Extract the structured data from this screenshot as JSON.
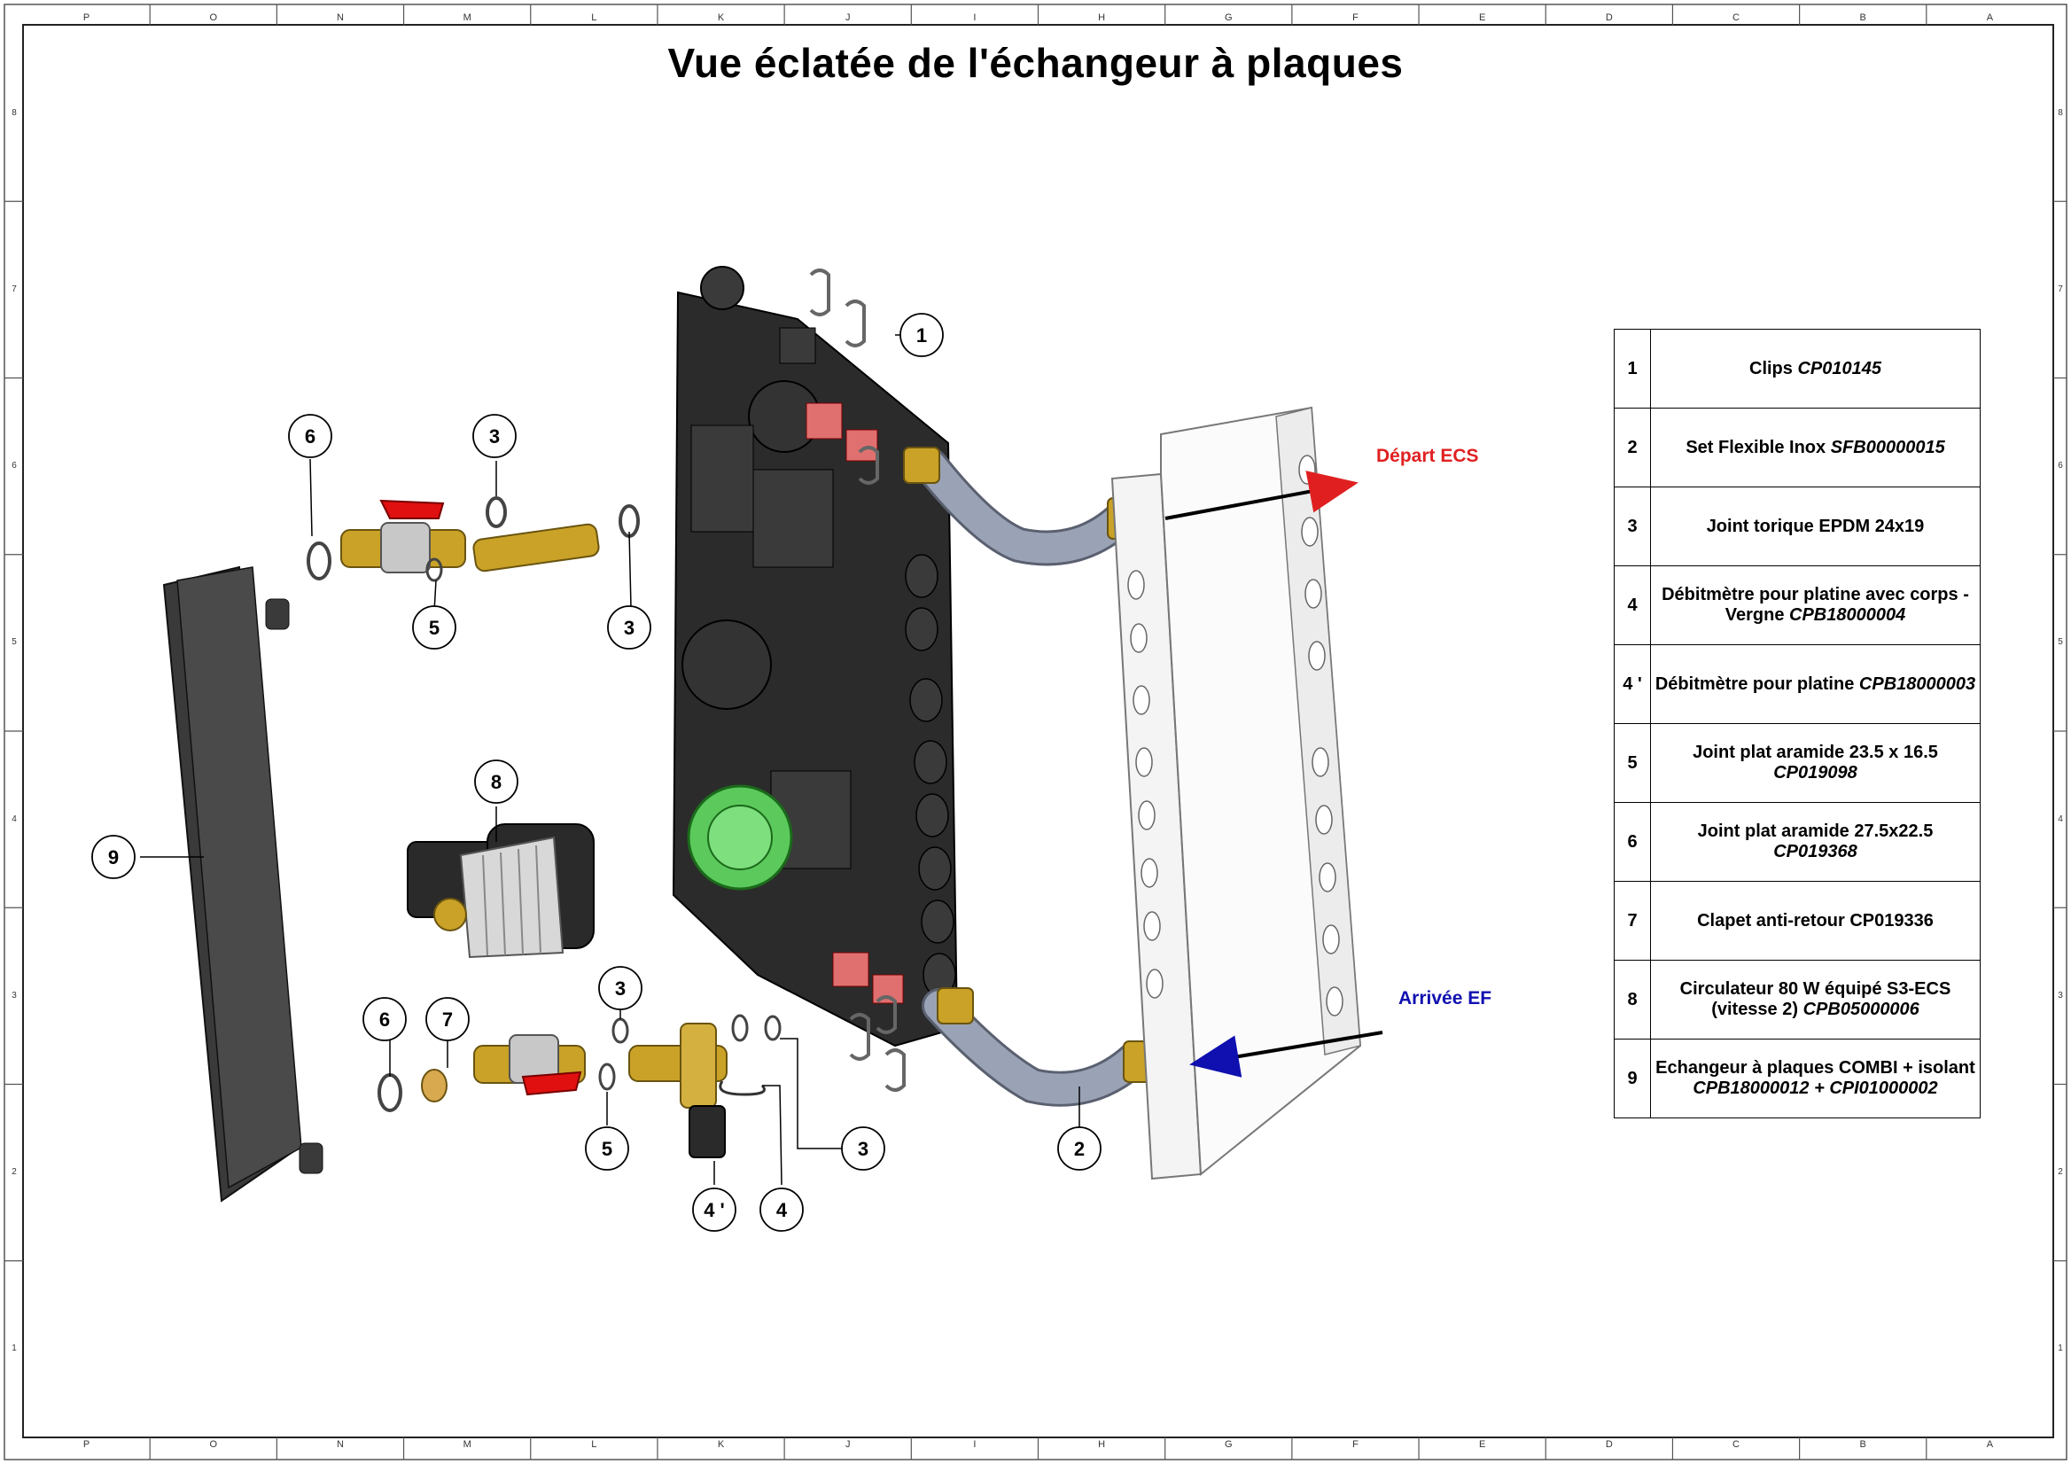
{
  "title": "Vue éclatée de l'échangeur à plaques",
  "zones": {
    "columns": [
      "P",
      "O",
      "N",
      "M",
      "L",
      "K",
      "J",
      "I",
      "H",
      "G",
      "F",
      "E",
      "D",
      "C",
      "B",
      "A"
    ],
    "rows": [
      "8",
      "7",
      "6",
      "5",
      "4",
      "3",
      "2",
      "1"
    ]
  },
  "flow_labels": {
    "depart": "Départ ECS",
    "arrivee": "Arrivée EF"
  },
  "colors": {
    "depart": "#e02020",
    "arrivee": "#1010b0",
    "valve_handle": "#e01010",
    "brass": "#c9a227",
    "body": "#2a2a2a",
    "pump_cover": "#5cc95c",
    "clip_red": "#e07070",
    "hose": "#9aa3b5"
  },
  "balloons": [
    "1",
    "2",
    "3",
    "3",
    "3",
    "3",
    "4",
    "4 '",
    "5",
    "5",
    "6",
    "6",
    "7",
    "8",
    "9"
  ],
  "parts": [
    {
      "num": "1",
      "text": "Clips",
      "code": "CP010145"
    },
    {
      "num": "2",
      "text": "Set Flexible Inox",
      "code": "SFB00000015"
    },
    {
      "num": "3",
      "text": "Joint torique EPDM 24x19",
      "code": ""
    },
    {
      "num": "4",
      "text": "Débitmètre pour platine avec corps - Vergne",
      "code": "CPB18000004"
    },
    {
      "num": "4 '",
      "text": "Débitmètre pour platine",
      "code": "CPB18000003"
    },
    {
      "num": "5",
      "text": "Joint plat aramide 23.5 x 16.5",
      "code": "CP019098"
    },
    {
      "num": "6",
      "text": "Joint plat aramide 27.5x22.5",
      "code": "CP019368"
    },
    {
      "num": "7",
      "text": "Clapet anti-retour CP019336",
      "code": ""
    },
    {
      "num": "8",
      "text": "Circulateur 80 W équipé S3-ECS (vitesse 2)",
      "code": "CPB05000006"
    },
    {
      "num": "9",
      "text": "Echangeur à plaques COMBI + isolant",
      "code": "CPB18000012 + CPI01000002"
    }
  ]
}
